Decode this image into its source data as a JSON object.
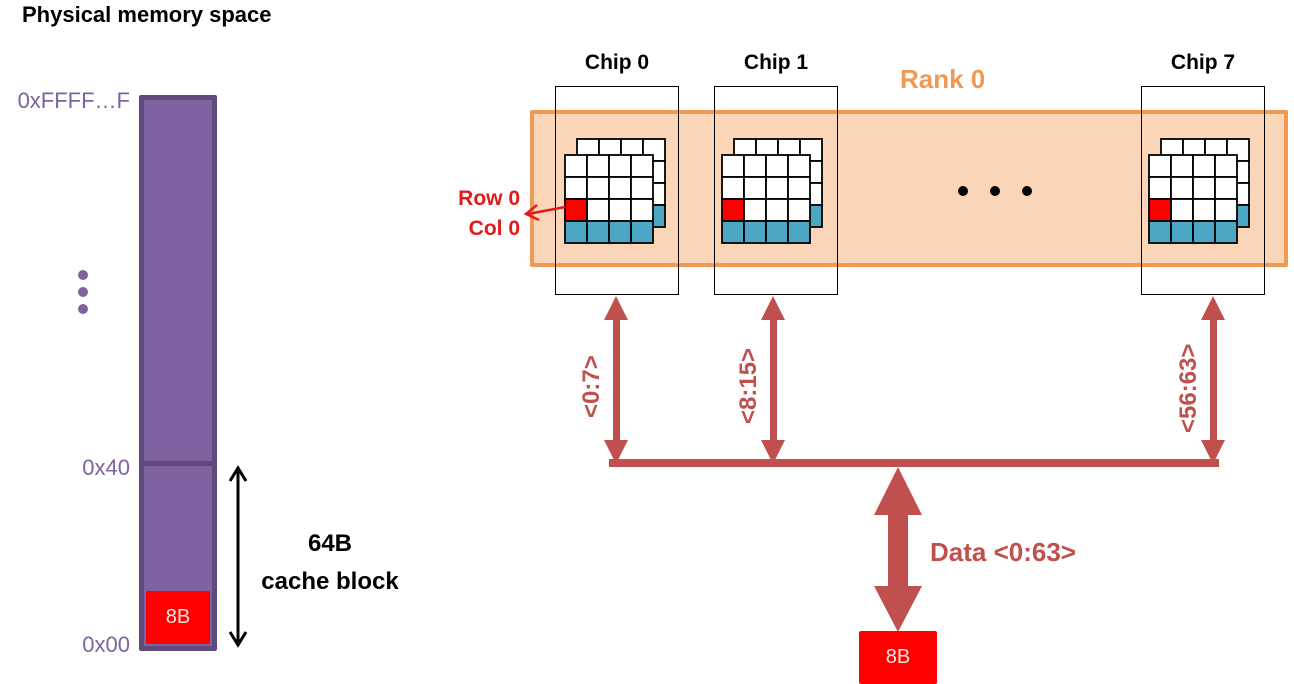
{
  "title": "Physical memory space",
  "memory": {
    "addresses": {
      "top": "0xFFFF…F",
      "middle": "0x40",
      "bottom": "0x00"
    },
    "block_size_label": "8B",
    "cache_block_label_line1": "64B",
    "cache_block_label_line2": "cache block",
    "color_fill": "#7f63a0",
    "color_border": "#5e4a7c"
  },
  "rank": {
    "label": "Rank 0",
    "color_fill": "#fad5b7",
    "color_border": "#ef9a52",
    "chips": [
      {
        "label": "Chip 0",
        "bus_bits": "<0:7>"
      },
      {
        "label": "Chip 1",
        "bus_bits": "<8:15>"
      },
      {
        "label": "Chip 7",
        "bus_bits": "<56:63>"
      }
    ],
    "ellipsis": "…"
  },
  "annotation": {
    "line1": "Row 0",
    "line2": "Col 0",
    "color": "#e21a1a"
  },
  "bus": {
    "label": "Data <0:63>",
    "color": "#c0504d",
    "output_label": "8B"
  },
  "cell_colors": {
    "highlight": "#ff0000",
    "row_buffer": "#4ba7c4",
    "cell": "#ffffff"
  }
}
